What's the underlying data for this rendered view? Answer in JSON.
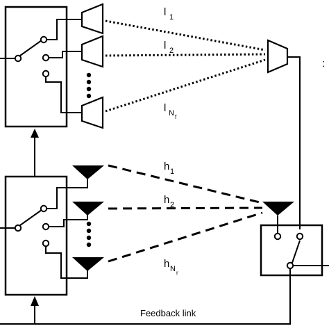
{
  "diagram": {
    "upper_links": {
      "label_1": {
        "main": "l",
        "sub": "1"
      },
      "label_2": {
        "main": "l",
        "sub": "2"
      },
      "label_n": {
        "main": "l",
        "sub": "N",
        "subsub": "f"
      }
    },
    "lower_links": {
      "label_1": {
        "main": "h",
        "sub": "1"
      },
      "label_2": {
        "main": "h",
        "sub": "2"
      },
      "label_n": {
        "main": "h",
        "sub": "N",
        "subsub": "r"
      }
    },
    "feedback_label": "Feedback link",
    "stray_mark": ":"
  }
}
